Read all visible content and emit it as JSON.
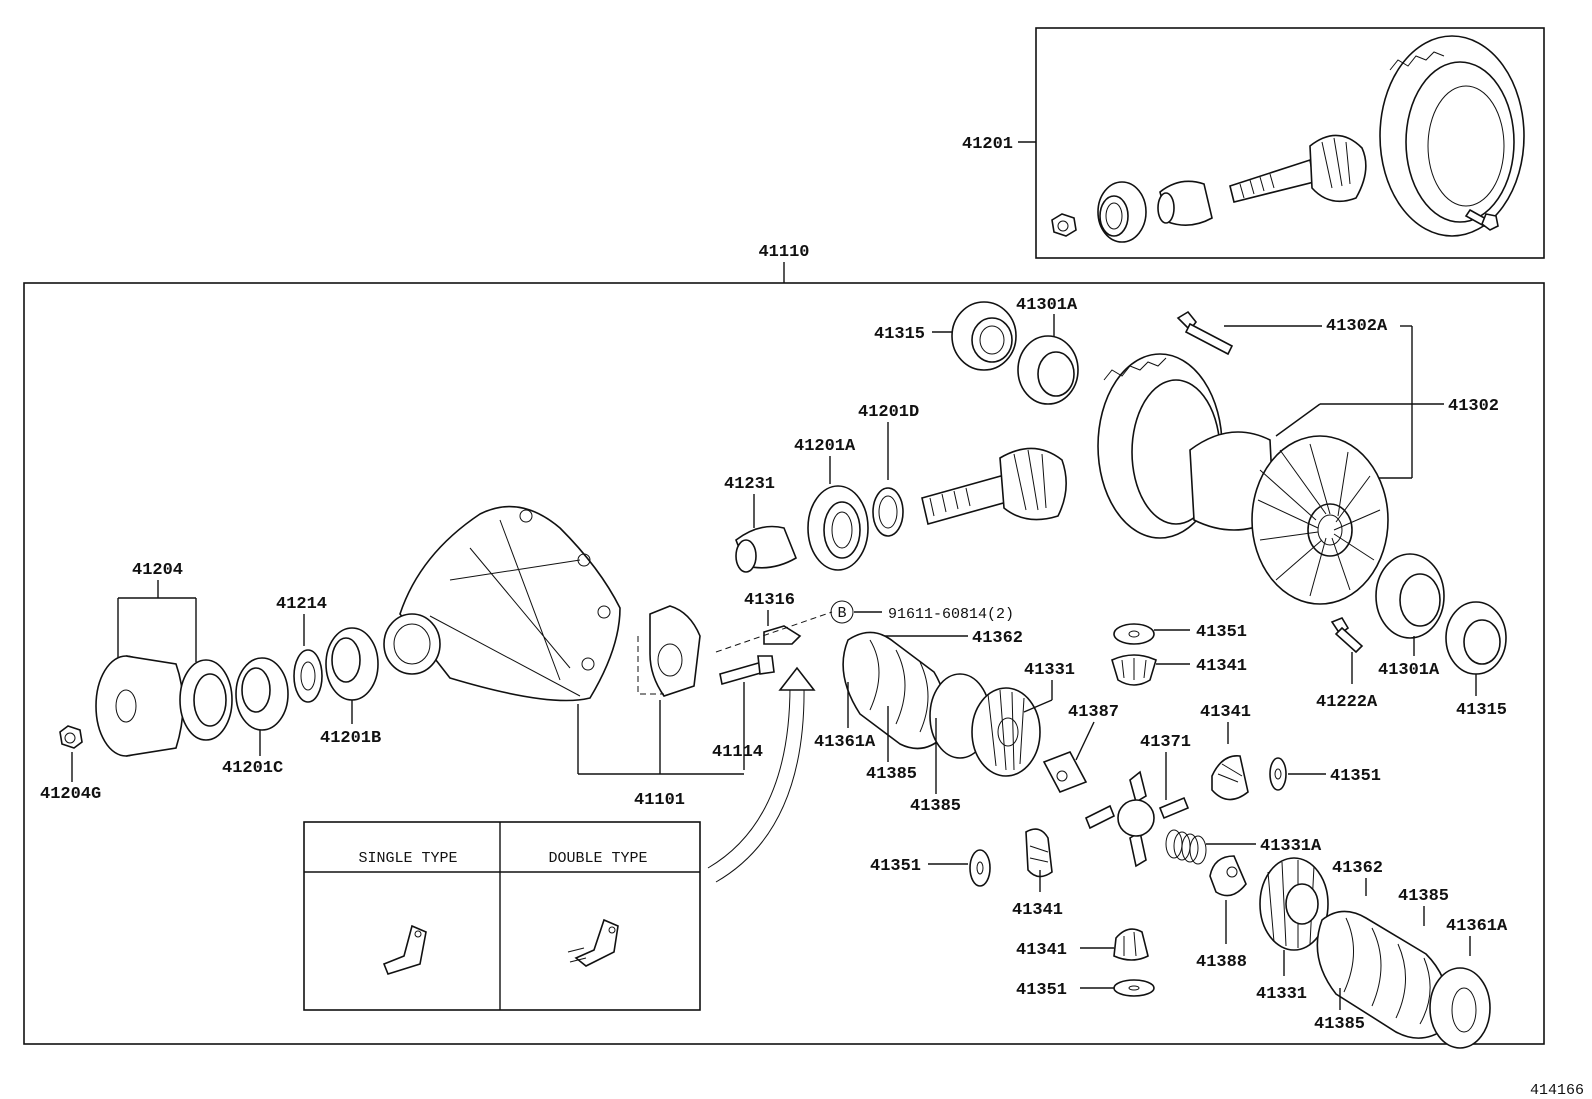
{
  "diagram_id": "414166",
  "labels": {
    "p41201": "41201",
    "p41110": "41110",
    "p41315a": "41315",
    "p41301a_top": "41301A",
    "p41302a": "41302A",
    "p41302": "41302",
    "p41201d": "41201D",
    "p41201a": "41201A",
    "p41231": "41231",
    "p41204": "41204",
    "p41214": "41214",
    "p41316": "41316",
    "marker_b": "B",
    "p91611": "91611-60814(2)",
    "p41362_top": "41362",
    "p41351_a": "41351",
    "p41341_a": "41341",
    "p41331_top": "41331",
    "p41387": "41387",
    "p41201b": "41201B",
    "p41201c": "41201C",
    "p41204g": "41204G",
    "p41114": "41114",
    "p41101": "41101",
    "p41361a_left": "41361A",
    "p41385_a": "41385",
    "p41385_b": "41385",
    "p41222a": "41222A",
    "p41301a_bot": "41301A",
    "p41315b": "41315",
    "p41341_b": "41341",
    "p41371": "41371",
    "p41351_b": "41351",
    "p41331a": "41331A",
    "p41351_c": "41351",
    "p41341_c": "41341",
    "p41362_bot": "41362",
    "p41385_c": "41385",
    "p41361a_right": "41361A",
    "p41388": "41388",
    "p41341_d": "41341",
    "p41351_d": "41351",
    "p41331_bot": "41331",
    "p41385_d": "41385"
  },
  "inset": {
    "single_type": "SINGLE TYPE",
    "double_type": "DOUBLE TYPE"
  }
}
